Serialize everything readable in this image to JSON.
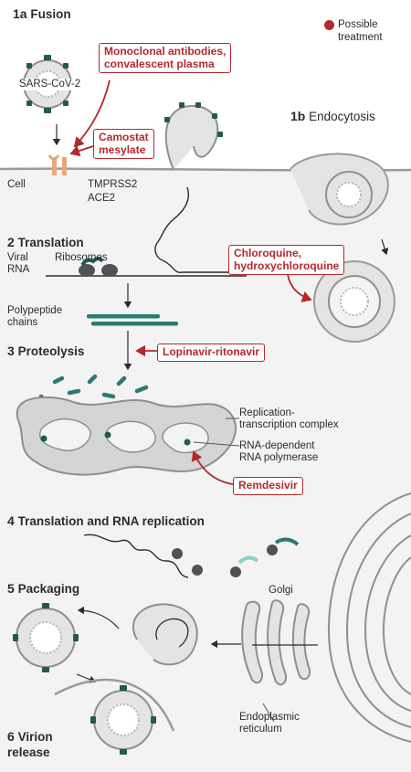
{
  "legend": {
    "label_line1": "Possible",
    "label_line2": "treatment",
    "color": "#b3282d"
  },
  "steps": {
    "s1a": {
      "num": "1a",
      "text": "Fusion"
    },
    "s1b": {
      "num": "1b",
      "text": "Endocytosis"
    },
    "s2": {
      "num": "2",
      "text": "Translation"
    },
    "s3": {
      "num": "3",
      "text": "Proteolysis"
    },
    "s4": {
      "num": "4",
      "text": "Translation and RNA replication"
    },
    "s5": {
      "num": "5",
      "text": "Packaging"
    },
    "s6": {
      "num": "6",
      "line1": "Virion",
      "line2": "release"
    }
  },
  "treatments": {
    "antibodies": {
      "line1": "Monoclonal antibodies,",
      "line2": "convalescent plasma"
    },
    "camostat": {
      "line1": "Camostat",
      "line2": "mesylate"
    },
    "chloroquine": {
      "line1": "Chloroquine,",
      "line2": "hydroxychloroquine"
    },
    "lopinavir": {
      "line1": "Lopinavir-ritonavir"
    },
    "remdesivir": {
      "line1": "Remdesivir"
    }
  },
  "labels": {
    "virus": "SARS-CoV-2",
    "cell": "Cell",
    "tmprss2": "TMPRSS2",
    "ace2": "ACE2",
    "viral_rna_1": "Viral",
    "viral_rna_2": "RNA",
    "ribosomes": "Ribosomes",
    "polypeptide_1": "Polypeptide",
    "polypeptide_2": "chains",
    "rtc_1": "Replication-",
    "rtc_2": "transcription complex",
    "rdrp_1": "RNA-dependent",
    "rdrp_2": "RNA polymerase",
    "golgi": "Golgi",
    "er_1": "Endoplasmic",
    "er_2": "reticulum"
  },
  "colors": {
    "accent": "#b3282d",
    "spike": "#1f5a56",
    "membrane": "#9a9a9a",
    "interior": "#e4e4e4",
    "text": "#2b2b2b"
  }
}
